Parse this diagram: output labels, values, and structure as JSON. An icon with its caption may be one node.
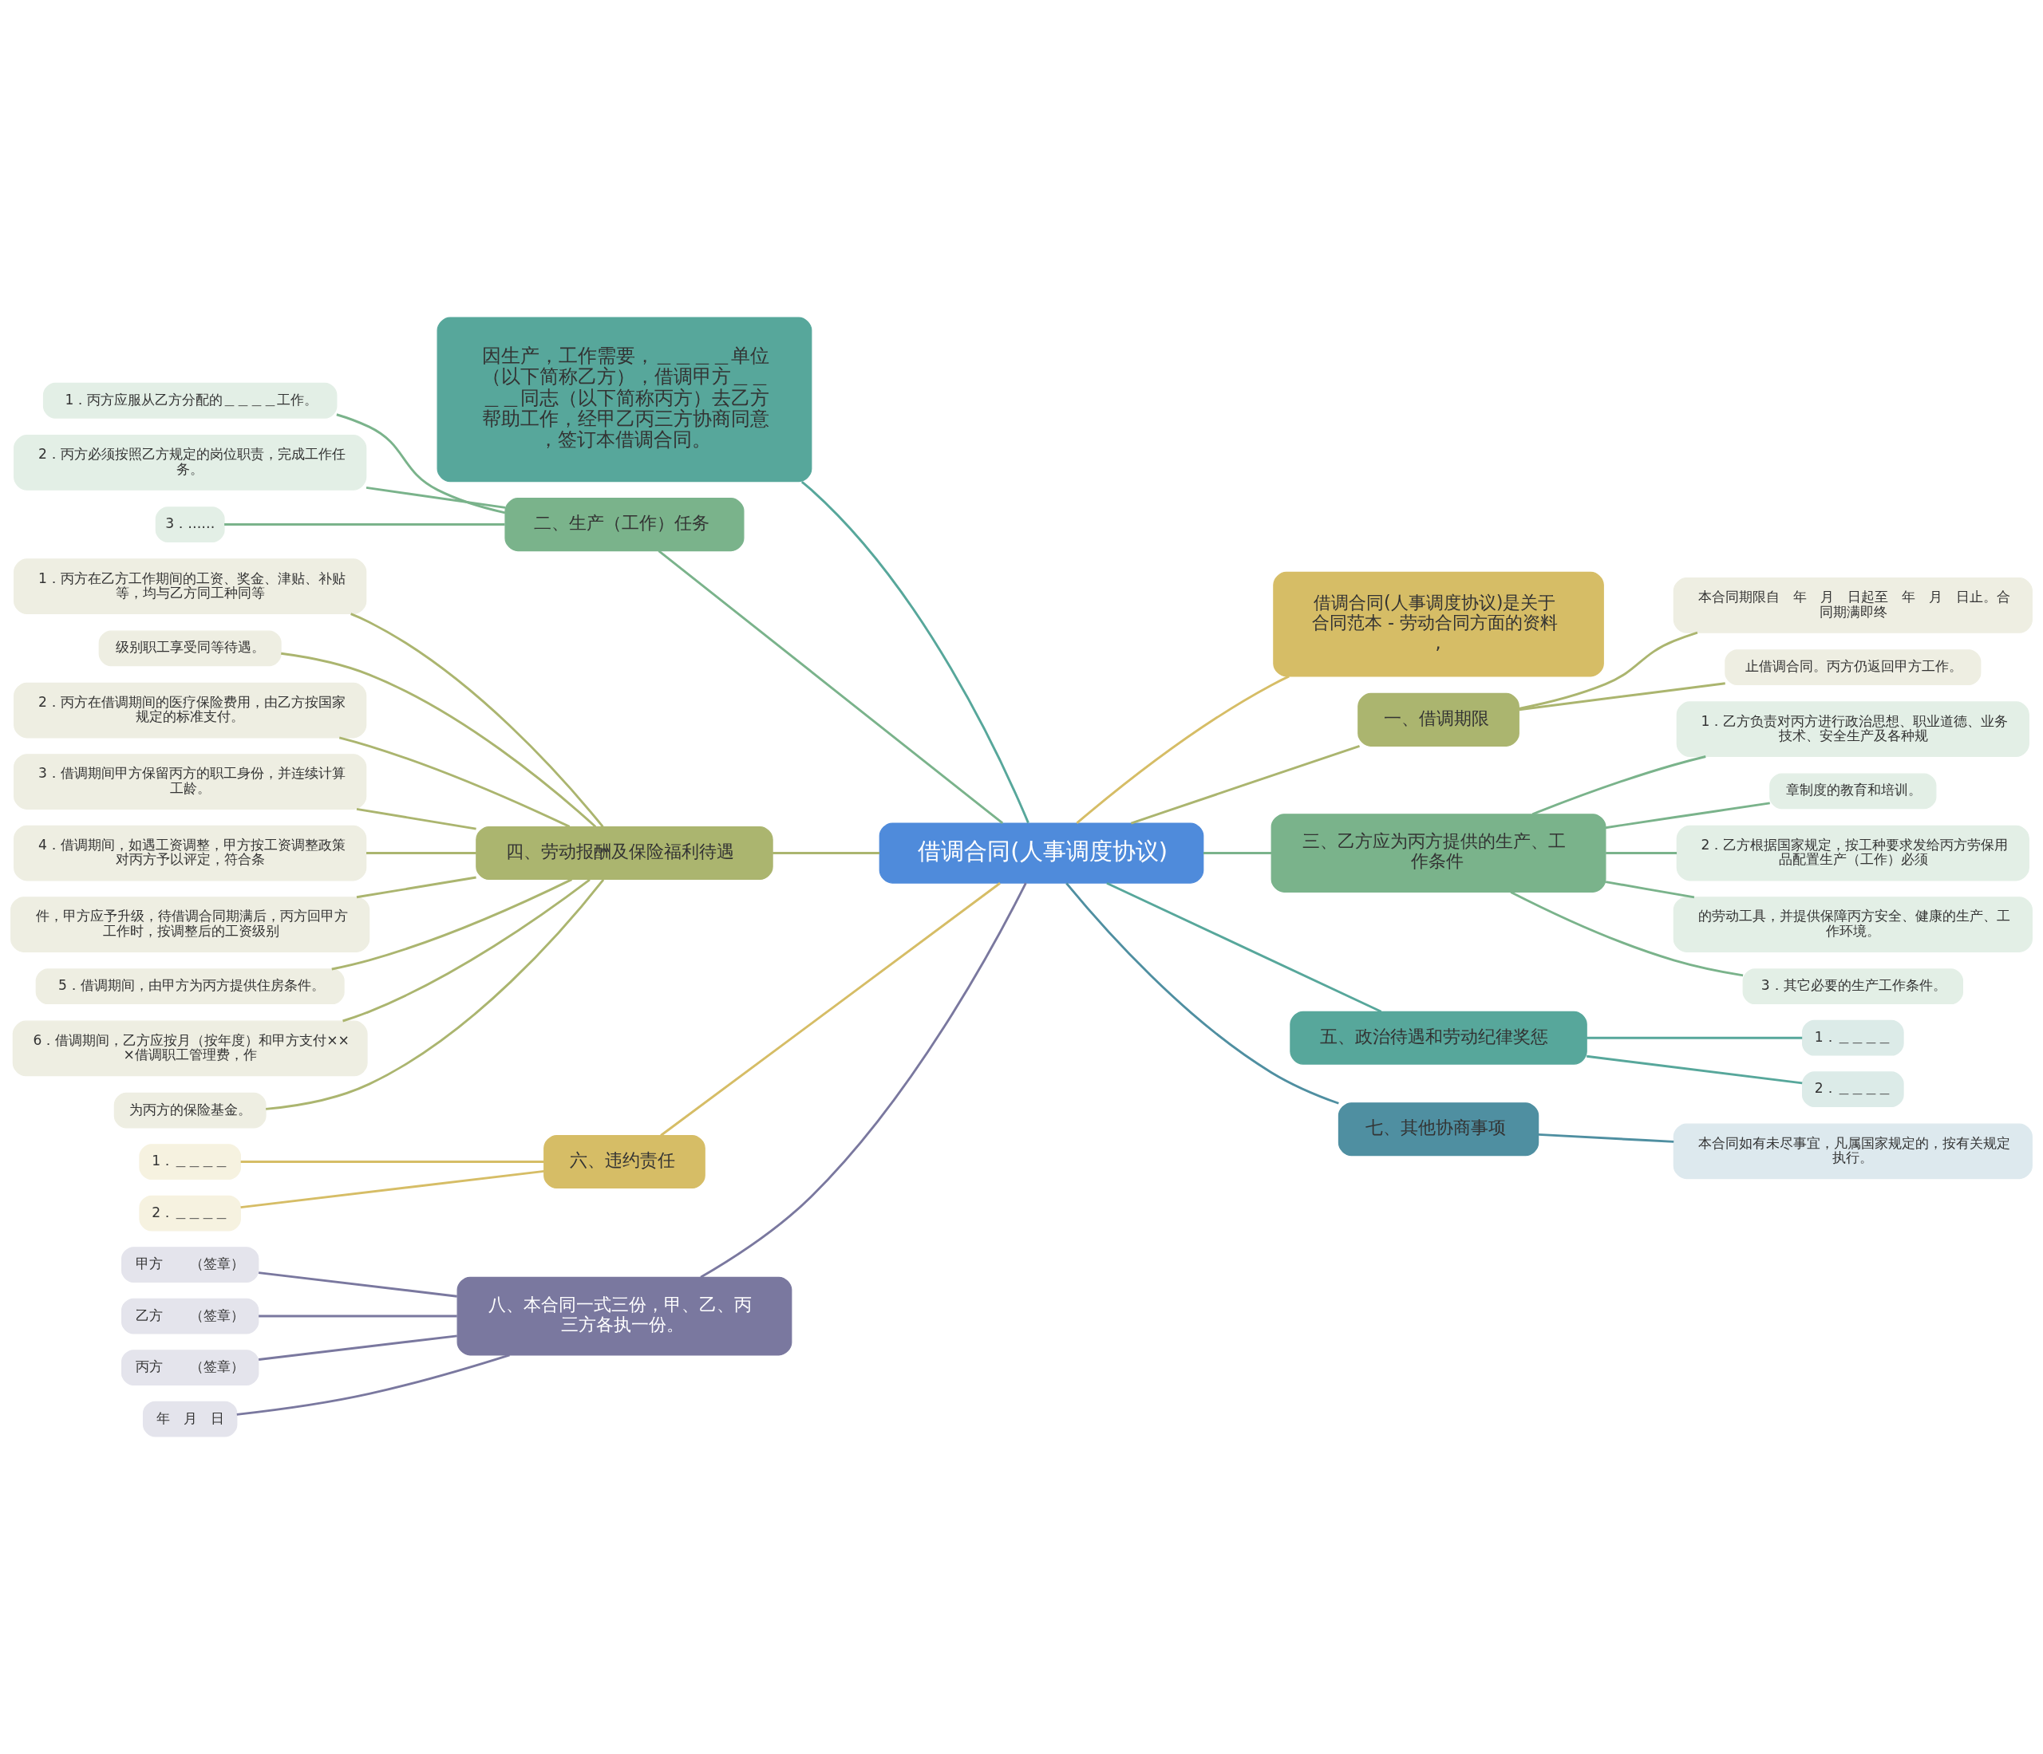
{
  "diagram": {
    "nodes": [
      {
        "text": [
          "借调合同(人事调度协议)"
        ]
      },
      {
        "text": [
          "借调合同(人事调度协议)是关于合同范本 - 劳动合同方面的资料,"
        ]
      },
      {
        "text": [
          "因生产，工作需要，＿＿＿＿单位（以下简称乙方），借调甲方＿＿＿＿同志（以下简称丙方）去乙方帮助工作，经甲乙丙三方协商同意，签订本借调合同。"
        ]
      },
      {
        "text": [
          "一、借调期限"
        ]
      },
      {
        "text": [
          "本合同期限自　年　月　日起至　年　月　日止。合同期满即终"
        ]
      },
      {
        "text": [
          "止借调合同。丙方仍返回甲方工作。"
        ]
      },
      {
        "text": [
          "二、生产（工作）任务"
        ]
      },
      {
        "text": [
          "1．丙方应服从乙方分配的＿＿＿＿工作。"
        ]
      },
      {
        "text": [
          "2．丙方必须按照乙方规定的岗位职责，完成工作任务。"
        ]
      },
      {
        "text": [
          "3．……"
        ]
      },
      {
        "text": [
          "三、乙方应为丙方提供的生产、工作条件"
        ]
      },
      {
        "text": [
          "1．乙方负责对丙方进行政治思想、职业道德、业务技术、安全生产及各种规"
        ]
      },
      {
        "text": [
          "章制度的教育和培训。"
        ]
      },
      {
        "text": [
          "2．乙方根据国家规定，按工种要求发给丙方劳保用品配置生产（工作）必须"
        ]
      },
      {
        "text": [
          "的劳动工具，并提供保障丙方安全、健康的生产、工作环境。"
        ]
      },
      {
        "text": [
          "3．其它必要的生产工作条件。"
        ]
      },
      {
        "text": [
          "四、劳动报酬及保险福利待遇"
        ]
      },
      {
        "text": [
          "1．丙方在乙方工作期间的工资、奖金、津贴、补贴等，均与乙方同工种同等"
        ]
      },
      {
        "text": [
          "级别职工享受同等待遇。"
        ]
      },
      {
        "text": [
          "2．丙方在借调期间的医疗保险费用，由乙方按国家规定的标准支付。"
        ]
      },
      {
        "text": [
          "3．借调期间甲方保留丙方的职工身份，并连续计算工龄。"
        ]
      },
      {
        "text": [
          "4．借调期间，如遇工资调整，甲方按工资调整政策对丙方予以评定，符合条"
        ]
      },
      {
        "text": [
          "件，甲方应予升级，待借调合同期满后，丙方回甲方工作时，按调整后的工资级别"
        ]
      },
      {
        "text": [
          "5．借调期间，由甲方为丙方提供住房条件。"
        ]
      },
      {
        "text": [
          "6．借调期间，乙方应按月（按年度）和甲方支付×××借调职工管理费，作"
        ]
      },
      {
        "text": [
          "为丙方的保险基金。"
        ]
      },
      {
        "text": [
          "五、政治待遇和劳动纪律奖惩"
        ]
      },
      {
        "text": [
          "1．＿＿＿＿"
        ]
      },
      {
        "text": [
          "2．＿＿＿＿"
        ]
      },
      {
        "text": [
          "六、违约责任"
        ]
      },
      {
        "text": [
          "1．＿＿＿＿"
        ]
      },
      {
        "text": [
          "2．＿＿＿＿"
        ]
      },
      {
        "text": [
          "七、其他协商事项"
        ]
      },
      {
        "text": [
          "本合同如有未尽事宜，凡属国家规定的，按有关规定执行。"
        ]
      },
      {
        "text": [
          "八、本合同一式三份，甲、乙、丙三方各执一份。"
        ]
      },
      {
        "text": [
          "甲方　　（签章）"
        ]
      },
      {
        "text": [
          "乙方　　（签章）"
        ]
      },
      {
        "text": [
          "丙方　　（签章）"
        ]
      },
      {
        "text": [
          "年　月　日"
        ]
      }
    ],
    "edges": [
      {
        "from": 0,
        "to": 1,
        "arrow": "none",
        "color": "#d6bd66"
      },
      {
        "from": 0,
        "to": 2,
        "arrow": "none",
        "color": "#57a79b"
      },
      {
        "from": 0,
        "to": 3,
        "arrow": "none",
        "color": "#abb56f"
      },
      {
        "from": 3,
        "to": 4,
        "arrow": "none",
        "color": "#abb56f"
      },
      {
        "from": 3,
        "to": 5,
        "arrow": "none",
        "color": "#abb56f"
      },
      {
        "from": 0,
        "to": 6,
        "arrow": "none",
        "color": "#7ab38b"
      },
      {
        "from": 6,
        "to": 7,
        "arrow": "none",
        "color": "#7ab38b"
      },
      {
        "from": 6,
        "to": 8,
        "arrow": "none",
        "color": "#7ab38b"
      },
      {
        "from": 6,
        "to": 9,
        "arrow": "none",
        "color": "#7ab38b"
      },
      {
        "from": 0,
        "to": 10,
        "arrow": "none",
        "color": "#7ab38b"
      },
      {
        "from": 10,
        "to": 11,
        "arrow": "none",
        "color": "#7ab38b"
      },
      {
        "from": 10,
        "to": 12,
        "arrow": "none",
        "color": "#7ab38b"
      },
      {
        "from": 10,
        "to": 13,
        "arrow": "none",
        "color": "#7ab38b"
      },
      {
        "from": 10,
        "to": 14,
        "arrow": "none",
        "color": "#7ab38b"
      },
      {
        "from": 10,
        "to": 15,
        "arrow": "none",
        "color": "#7ab38b"
      },
      {
        "from": 0,
        "to": 16,
        "arrow": "none",
        "color": "#abb56f"
      },
      {
        "from": 16,
        "to": 17,
        "arrow": "none",
        "color": "#abb56f"
      },
      {
        "from": 16,
        "to": 18,
        "arrow": "none",
        "color": "#abb56f"
      },
      {
        "from": 16,
        "to": 19,
        "arrow": "none",
        "color": "#abb56f"
      },
      {
        "from": 16,
        "to": 20,
        "arrow": "none",
        "color": "#abb56f"
      },
      {
        "from": 16,
        "to": 21,
        "arrow": "none",
        "color": "#abb56f"
      },
      {
        "from": 16,
        "to": 22,
        "arrow": "none",
        "color": "#abb56f"
      },
      {
        "from": 16,
        "to": 23,
        "arrow": "none",
        "color": "#abb56f"
      },
      {
        "from": 16,
        "to": 24,
        "arrow": "none",
        "color": "#abb56f"
      },
      {
        "from": 16,
        "to": 25,
        "arrow": "none",
        "color": "#abb56f"
      },
      {
        "from": 0,
        "to": 26,
        "arrow": "none",
        "color": "#57a79b"
      },
      {
        "from": 26,
        "to": 27,
        "arrow": "none",
        "color": "#57a79b"
      },
      {
        "from": 26,
        "to": 28,
        "arrow": "none",
        "color": "#57a79b"
      },
      {
        "from": 0,
        "to": 29,
        "arrow": "none",
        "color": "#d6bd66"
      },
      {
        "from": 29,
        "to": 30,
        "arrow": "none",
        "color": "#d6bd66"
      },
      {
        "from": 29,
        "to": 31,
        "arrow": "none",
        "color": "#d6bd66"
      },
      {
        "from": 0,
        "to": 32,
        "arrow": "none",
        "color": "#4f8fa1"
      },
      {
        "from": 32,
        "to": 33,
        "arrow": "none",
        "color": "#4f8fa1"
      },
      {
        "from": 0,
        "to": 34,
        "arrow": "none",
        "color": "#7a789f"
      },
      {
        "from": 34,
        "to": 35,
        "arrow": "none",
        "color": "#7a789f"
      },
      {
        "from": 34,
        "to": 36,
        "arrow": "none",
        "color": "#7a789f"
      },
      {
        "from": 34,
        "to": 37,
        "arrow": "none",
        "color": "#7a789f"
      },
      {
        "from": 34,
        "to": 38,
        "arrow": "none",
        "color": "#7a789f"
      }
    ]
  }
}
